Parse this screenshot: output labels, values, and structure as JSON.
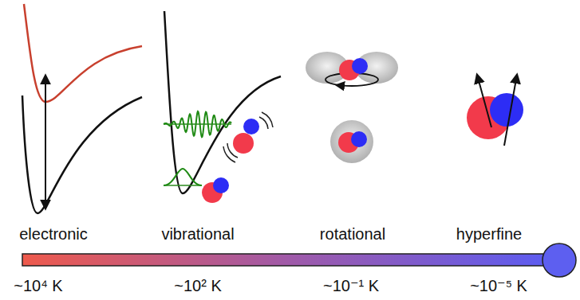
{
  "diagram": {
    "labels": [
      "electronic",
      "vibrational",
      "rotational",
      "hyperfine",
      "~10⁴ K",
      "~10² K",
      "~10⁻¹ K",
      "~10⁻⁵ K"
    ]
  }
}
